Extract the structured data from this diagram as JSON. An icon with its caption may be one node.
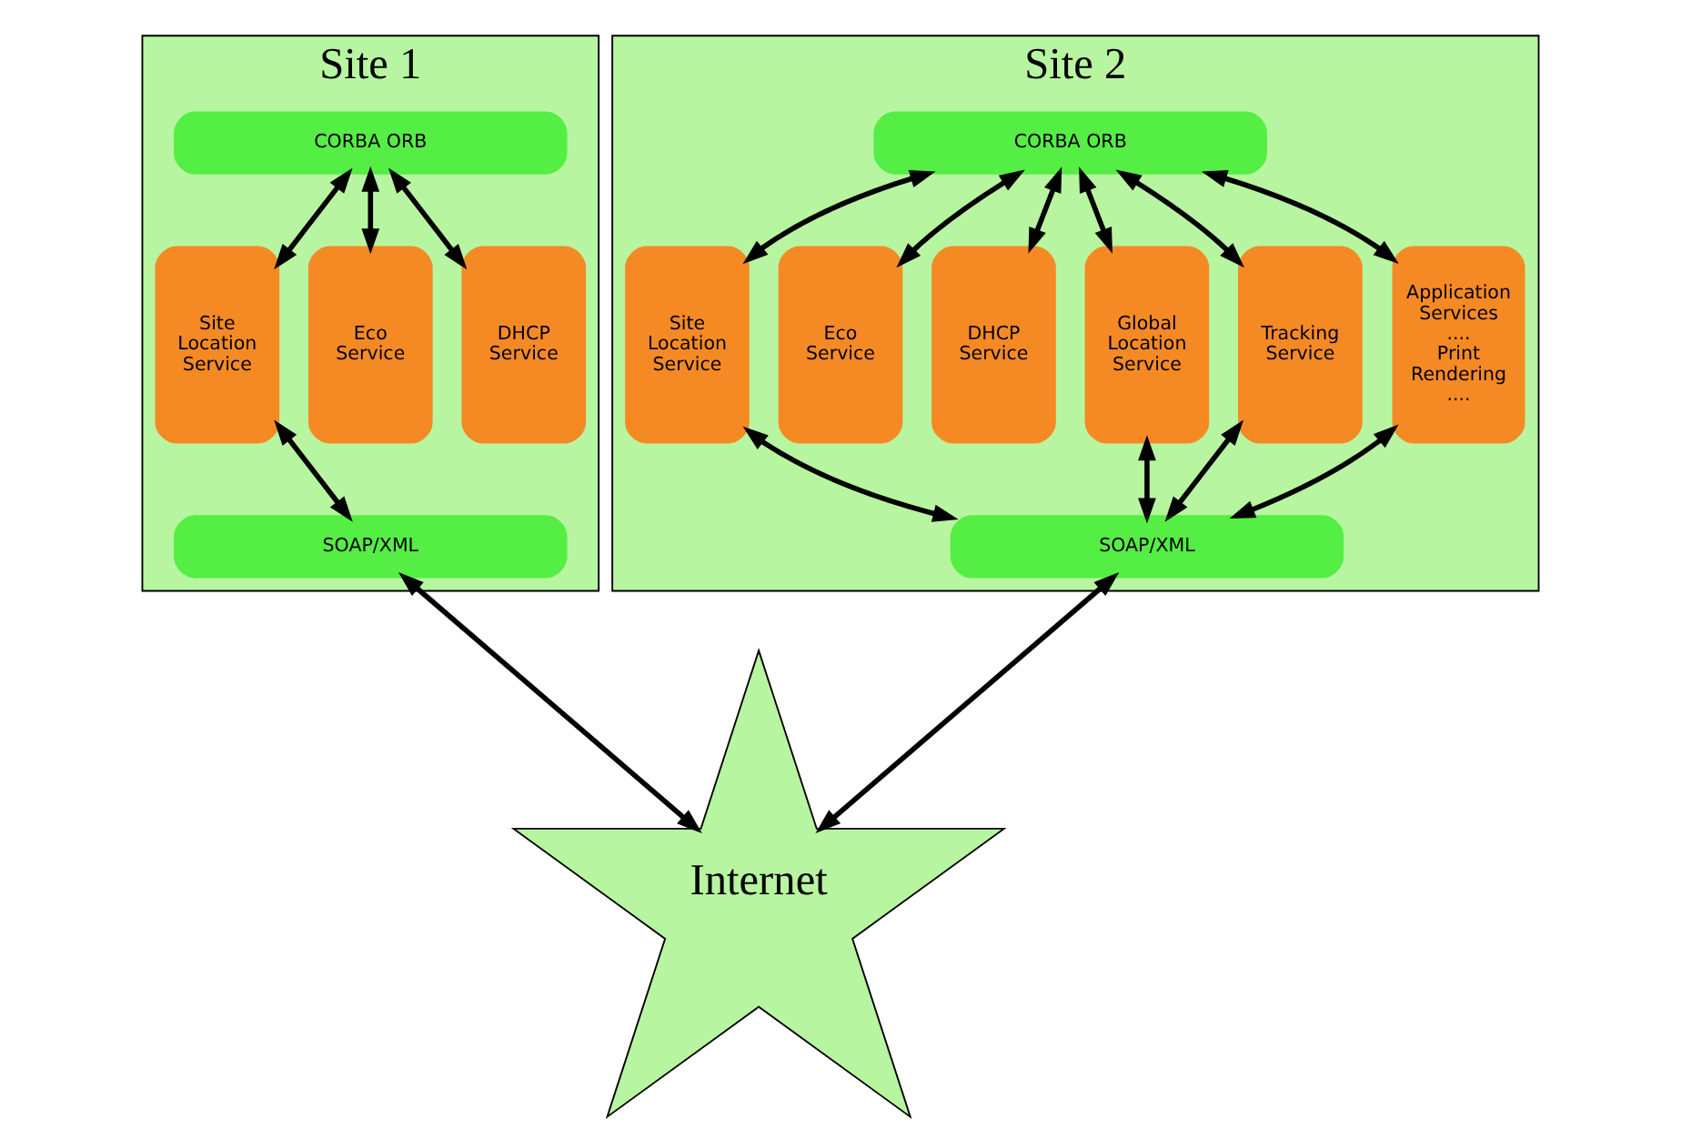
{
  "diagram": {
    "nodes": [
      {
        "text": [
          "Site 1"
        ]
      },
      {
        "text": [
          "CORBA ORB"
        ],
        "in": 0
      },
      {
        "text": [
          "Site Location Service"
        ],
        "in": 0
      },
      {
        "text": [
          "Eco Service"
        ],
        "in": 0
      },
      {
        "text": [
          "DHCP Service"
        ],
        "in": 0
      },
      {
        "text": [
          "SOAP/XML"
        ],
        "in": 0
      },
      {
        "text": [
          "Site 2"
        ]
      },
      {
        "text": [
          "CORBA ORB"
        ],
        "in": 6
      },
      {
        "text": [
          "Site Location Service"
        ],
        "in": 6
      },
      {
        "text": [
          "Eco Service"
        ],
        "in": 6
      },
      {
        "text": [
          "DHCP Service"
        ],
        "in": 6
      },
      {
        "text": [
          "Global Location Service"
        ],
        "in": 6
      },
      {
        "text": [
          "Tracking Service"
        ],
        "in": 6
      },
      {
        "text": [
          "Application Services .... Print Rendering ...."
        ],
        "in": 6
      },
      {
        "text": [
          "SOAP/XML"
        ],
        "in": 6
      },
      {
        "text": [
          "Internet"
        ]
      }
    ],
    "edges": [
      {
        "from": 1,
        "to": 2,
        "arrow": "both"
      },
      {
        "from": 1,
        "to": 3,
        "arrow": "both"
      },
      {
        "from": 1,
        "to": 4,
        "arrow": "both"
      },
      {
        "from": 2,
        "to": 5,
        "arrow": "both"
      },
      {
        "from": 7,
        "to": 8,
        "arrow": "both"
      },
      {
        "from": 7,
        "to": 9,
        "arrow": "both"
      },
      {
        "from": 7,
        "to": 10,
        "arrow": "both"
      },
      {
        "from": 7,
        "to": 11,
        "arrow": "both"
      },
      {
        "from": 7,
        "to": 12,
        "arrow": "both"
      },
      {
        "from": 7,
        "to": 13,
        "arrow": "both"
      },
      {
        "from": 8,
        "to": 14,
        "arrow": "both"
      },
      {
        "from": 11,
        "to": 14,
        "arrow": "both"
      },
      {
        "from": 12,
        "to": 14,
        "arrow": "both"
      },
      {
        "from": 13,
        "to": 14,
        "arrow": "both"
      },
      {
        "from": 5,
        "to": 15,
        "arrow": "both"
      },
      {
        "from": 14,
        "to": 15,
        "arrow": "both"
      }
    ]
  }
}
